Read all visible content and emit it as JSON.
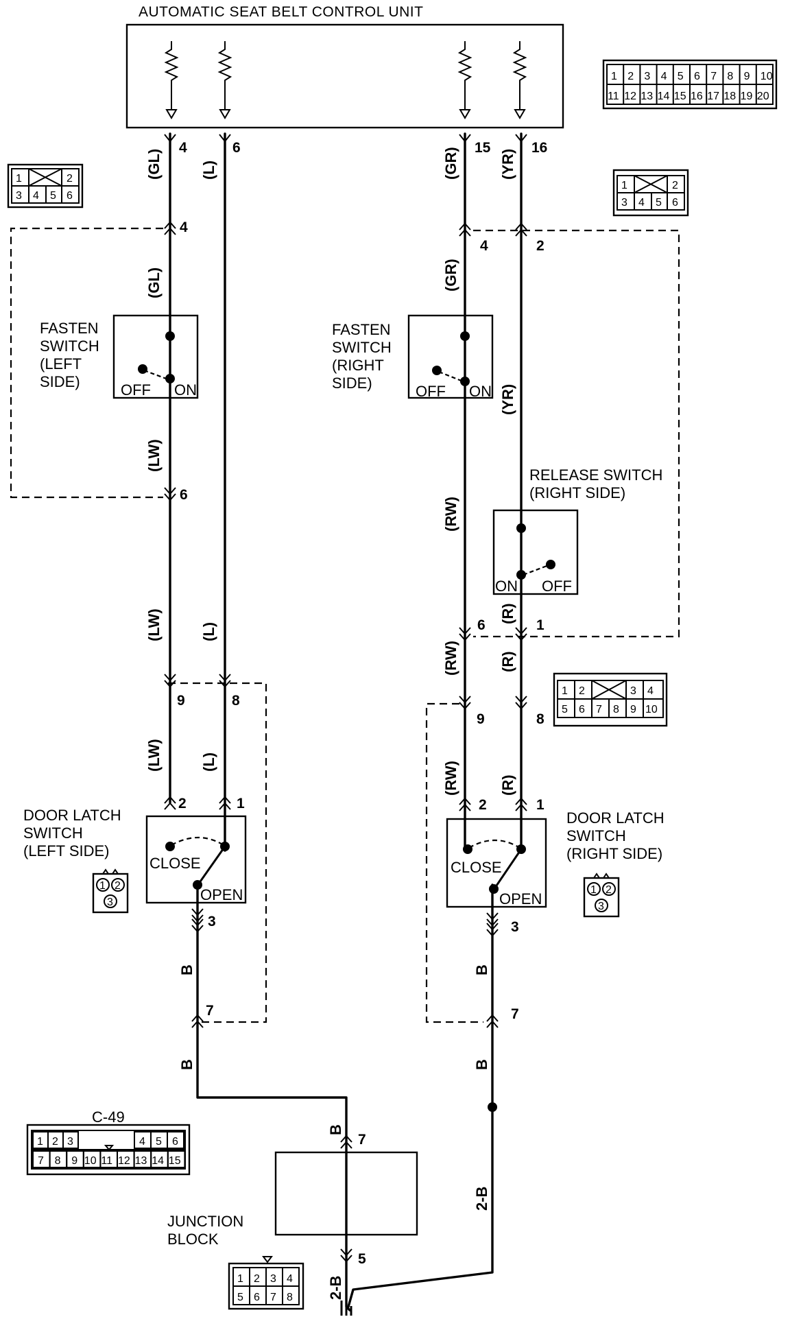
{
  "diagram": {
    "control_unit": {
      "title": "AUTOMATIC SEAT BELT CONTROL UNIT",
      "pins": [
        "4",
        "6",
        "15",
        "16"
      ],
      "connector_pins_top": [
        "1",
        "2",
        "3",
        "4",
        "5",
        "6",
        "7",
        "8",
        "9",
        "10"
      ],
      "connector_pins_bottom": [
        "11",
        "12",
        "13",
        "14",
        "15",
        "16",
        "17",
        "18",
        "19",
        "20"
      ]
    },
    "wires": {
      "gl": "(GL)",
      "l": "(L)",
      "gr": "(GR)",
      "yr": "(YR)",
      "lw": "(LW)",
      "rw": "(RW)",
      "r": "(R)",
      "b": "B",
      "two_b": "2-B"
    },
    "pins": {
      "p1": "1",
      "p2": "2",
      "p3": "3",
      "p4": "4",
      "p5": "5",
      "p6": "6",
      "p7": "7",
      "p8": "8",
      "p9": "9"
    },
    "switches": {
      "fasten_left": [
        "FASTEN",
        "SWITCH",
        "(LEFT",
        "SIDE)"
      ],
      "fasten_right": [
        "FASTEN",
        "SWITCH",
        "(RIGHT",
        "SIDE)"
      ],
      "release_right": [
        "RELEASE SWITCH",
        "(RIGHT SIDE)"
      ],
      "door_latch_left": [
        "DOOR LATCH",
        "SWITCH",
        "(LEFT SIDE)"
      ],
      "door_latch_right": [
        "DOOR LATCH",
        "SWITCH",
        "(RIGHT SIDE)"
      ],
      "off": "OFF",
      "on": "ON",
      "close": "CLOSE",
      "open": "OPEN"
    },
    "junction_block": {
      "label": [
        "JUNCTION",
        "BLOCK"
      ],
      "connector_top": [
        "1",
        "2",
        "3",
        "4"
      ],
      "connector_bottom": [
        "5",
        "6",
        "7",
        "8"
      ]
    },
    "connector_c49": {
      "label": "C-49",
      "top_left": [
        "1",
        "2",
        "3"
      ],
      "top_right": [
        "4",
        "5",
        "6"
      ],
      "bottom": [
        "7",
        "8",
        "9",
        "10",
        "11",
        "12",
        "13",
        "14",
        "15"
      ]
    },
    "seat_connector": {
      "top": [
        "1",
        "2"
      ],
      "bottom": [
        "3",
        "4",
        "5",
        "6"
      ]
    },
    "latch_mid_connector": {
      "top": [
        "1",
        "2",
        "3",
        "4"
      ],
      "bottom": [
        "5",
        "6",
        "7",
        "8",
        "9",
        "10"
      ]
    },
    "latch_connector": [
      "1",
      "2",
      "3"
    ]
  }
}
